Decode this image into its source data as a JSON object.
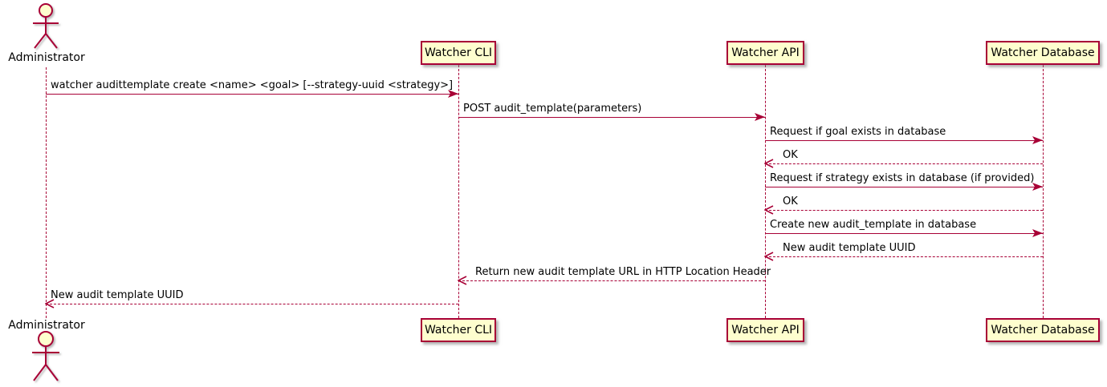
{
  "diagram": {
    "type": "uml-sequence-diagram",
    "colors": {
      "participant_fill": "#FEFECE",
      "line_and_border": "#A80036",
      "text": "#000000"
    },
    "actor": {
      "name": "Administrator"
    },
    "participants": [
      {
        "label": "Watcher CLI"
      },
      {
        "label": "Watcher API"
      },
      {
        "label": "Watcher Database"
      }
    ],
    "messages": [
      {
        "from": "Administrator",
        "to": "Watcher CLI",
        "style": "solid",
        "text": "watcher audittemplate create <name> <goal> [--strategy-uuid <strategy>]"
      },
      {
        "from": "Watcher CLI",
        "to": "Watcher API",
        "style": "solid",
        "text": "POST audit_template(parameters)"
      },
      {
        "from": "Watcher API",
        "to": "Watcher Database",
        "style": "solid",
        "text": "Request if goal exists in database"
      },
      {
        "from": "Watcher Database",
        "to": "Watcher API",
        "style": "dashed",
        "text": "OK"
      },
      {
        "from": "Watcher API",
        "to": "Watcher Database",
        "style": "solid",
        "text": "Request if strategy exists in database (if provided)"
      },
      {
        "from": "Watcher Database",
        "to": "Watcher API",
        "style": "dashed",
        "text": "OK"
      },
      {
        "from": "Watcher API",
        "to": "Watcher Database",
        "style": "solid",
        "text": "Create new audit_template in database"
      },
      {
        "from": "Watcher Database",
        "to": "Watcher API",
        "style": "dashed",
        "text": "New audit template UUID"
      },
      {
        "from": "Watcher API",
        "to": "Watcher CLI",
        "style": "dashed",
        "text": "Return new audit template URL in HTTP Location Header"
      },
      {
        "from": "Watcher CLI",
        "to": "Administrator",
        "style": "dashed",
        "text": "New audit template UUID"
      }
    ]
  }
}
